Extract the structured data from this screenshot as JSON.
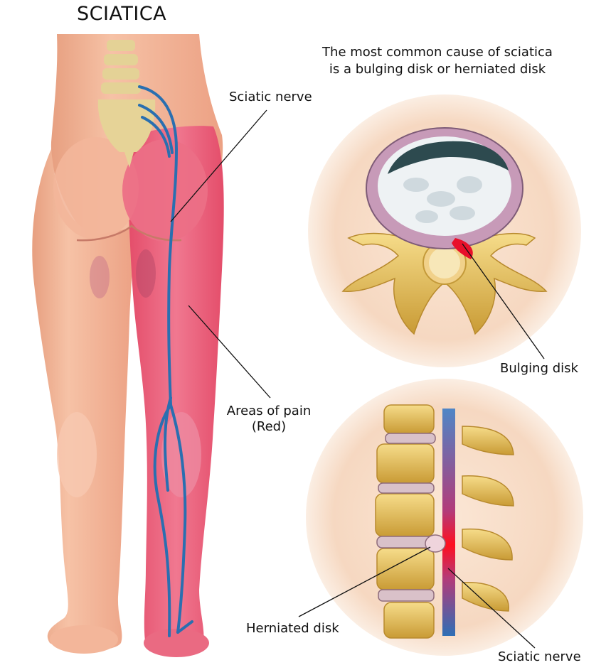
{
  "title": "SCIATICA",
  "subtitle_lines": [
    "The most common cause of sciatica",
    "is a bulging disk or herniated disk"
  ],
  "labels": {
    "sciatic_nerve_top": "Sciatic nerve",
    "areas_of_pain_line1": "Areas of pain",
    "areas_of_pain_line2": "(Red)",
    "bulging_disk": "Bulging disk",
    "herniated_disk": "Herniated disk",
    "sciatic_nerve_bottom": "Sciatic nerve"
  },
  "colors": {
    "skin": "#f4b79a",
    "pain": "#ea5f79",
    "nerve": "#2a6fb0",
    "bone": "#e8c462",
    "disk_bg": "#f7dcc7",
    "inflamed": "#e8102a"
  }
}
